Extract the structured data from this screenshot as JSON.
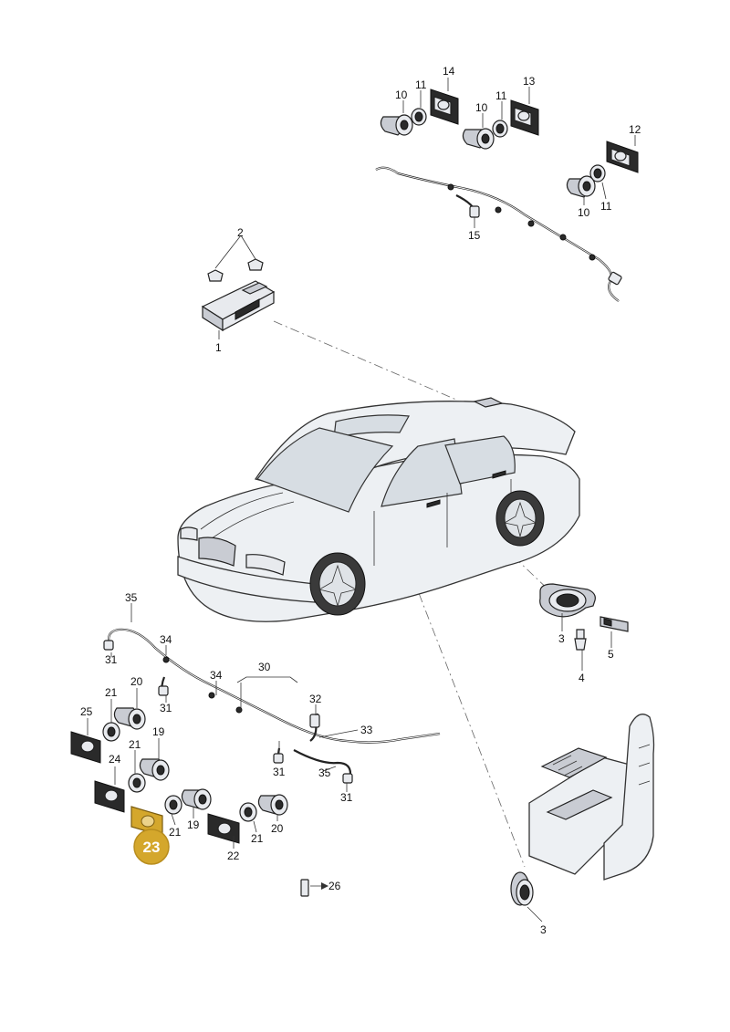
{
  "diagram": {
    "highlight_color": "#d4a72c",
    "highlighted_callout": "23",
    "callouts": {
      "c14": "14",
      "c11a": "11",
      "c10a": "10",
      "c11b": "11",
      "c10b": "10",
      "c13": "13",
      "c12": "12",
      "c11c": "11",
      "c10c": "10",
      "c15": "15",
      "c2": "2",
      "c1": "1",
      "c35a": "35",
      "c34a": "34",
      "c31a": "31",
      "c31b": "31",
      "c30": "30",
      "c34b": "34",
      "c32": "32",
      "c33": "33",
      "c35b": "35",
      "c31c": "31",
      "c31d": "31",
      "c25": "25",
      "c21a": "21",
      "c20a": "20",
      "c19a": "19",
      "c24": "24",
      "c21b": "21",
      "c21c": "21",
      "c19b": "19",
      "c22": "22",
      "c21d": "21",
      "c20b": "20",
      "c23": "23",
      "c26": "26",
      "c3a": "3",
      "c4": "4",
      "c5": "5",
      "c3b": "3"
    }
  }
}
